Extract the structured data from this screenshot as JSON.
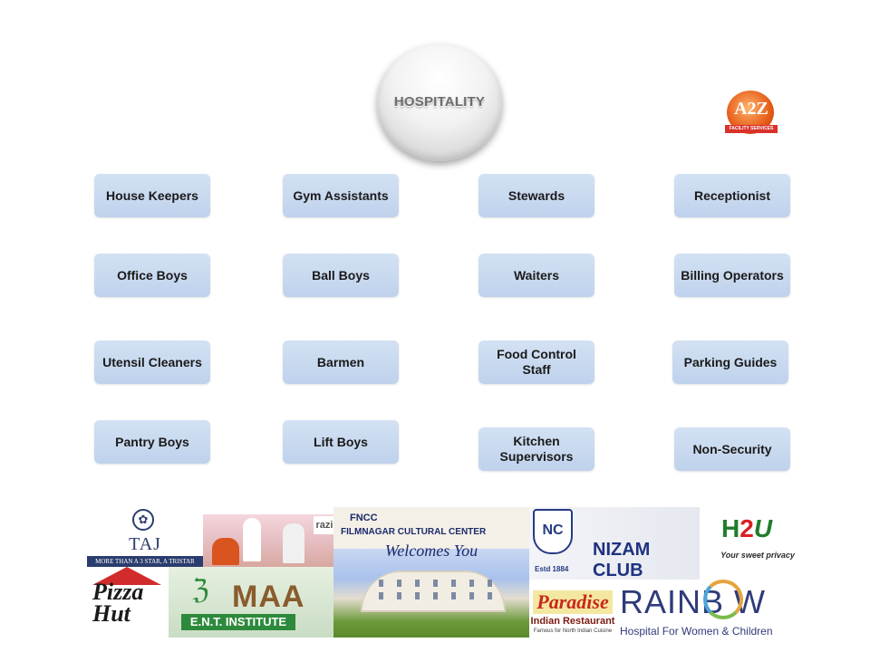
{
  "center": {
    "title": "HOSPITALITY"
  },
  "corner_logo": {
    "text": "A2Z",
    "band": "FACILITY SERVICES"
  },
  "jobs": [
    "House Keepers",
    "Gym Assistants",
    "Stewards",
    "Receptionist",
    "Office Boys",
    "Ball Boys",
    "Waiters",
    "Billing Operators",
    "Utensil Cleaners",
    "Barmen",
    "Food Control Staff",
    "Parking Guides",
    "Pantry Boys",
    "Lift Boys",
    "Kitchen Supervisors",
    "Non-Security"
  ],
  "clients": {
    "taj": {
      "name": "TAJ TRISTAR",
      "tagline": "MORE THAN A 3 STAR, A TRISTAR"
    },
    "razi": {
      "name": "razi"
    },
    "fncc": {
      "abbr": "FNCC",
      "name": "FILMNAGAR CULTURAL CENTER",
      "greeting": "Welcomes You"
    },
    "nizam": {
      "name": "NIZAM CLUB",
      "estd": "Estd 1884"
    },
    "h2u": {
      "h": "H",
      "two": "2",
      "u": "U",
      "tagline": "Your sweet privacy"
    },
    "pizza": {
      "name": "Pizza Hut"
    },
    "maa": {
      "name": "MAA",
      "sub": "E.N.T. INSTITUTE"
    },
    "paradise": {
      "name": "Paradise",
      "sub": "Indian Restaurant",
      "tagline": "Famous for North Indian Cuisine"
    },
    "rainbow": {
      "name": "RAINB  W",
      "sub": "Hospital For Women & Children"
    }
  }
}
